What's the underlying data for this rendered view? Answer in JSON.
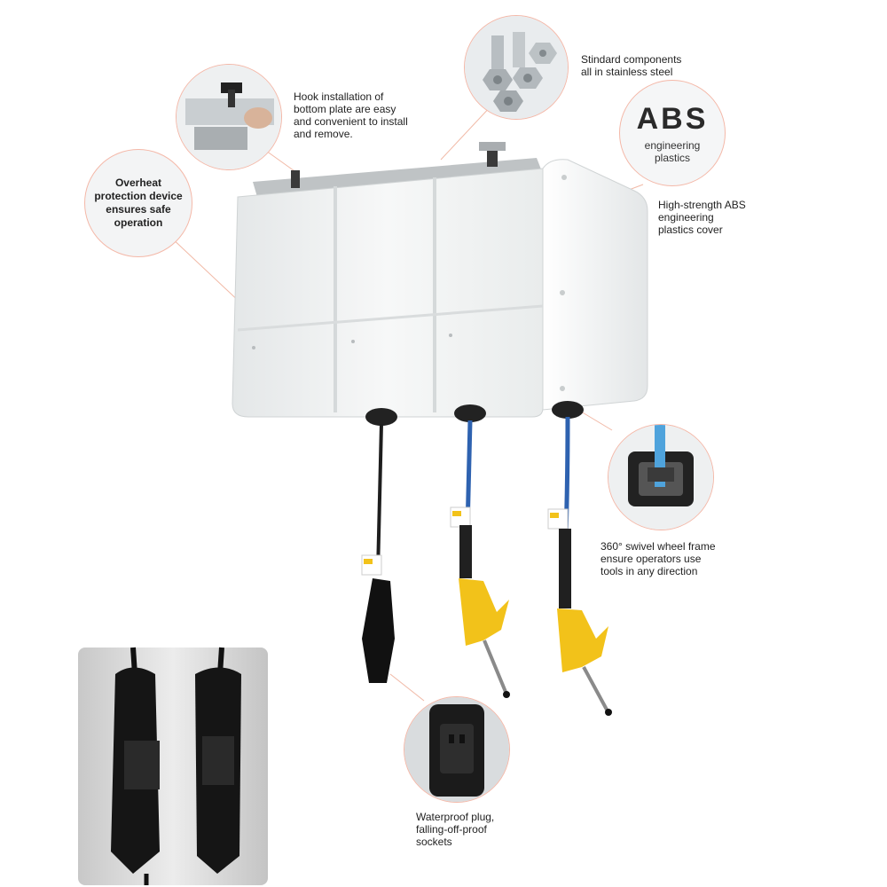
{
  "callouts": {
    "components": "Stindard components\nall in stainless steel",
    "hook": "Hook installation of\nbottom plate are easy\nand convenient to install\nand remove.",
    "overheat": "Overheat\nprotection device\nensures safe\noperation",
    "abs_title": "ABS",
    "abs_subtitle": "engineering\nplastics",
    "abs_cover": "High-strength ABS\nengineering\nplastics cover",
    "swivel": "360° swivel wheel frame\nensure operators use\ntools in any direction",
    "waterproof": "Waterproof plug,\nfalling-off-proof\nsockets"
  },
  "colors": {
    "leader_line": "#f1b9a6",
    "housing": "#f2f4f4",
    "air_hose": "#2e62b0",
    "trigger": "#f2c21a"
  }
}
